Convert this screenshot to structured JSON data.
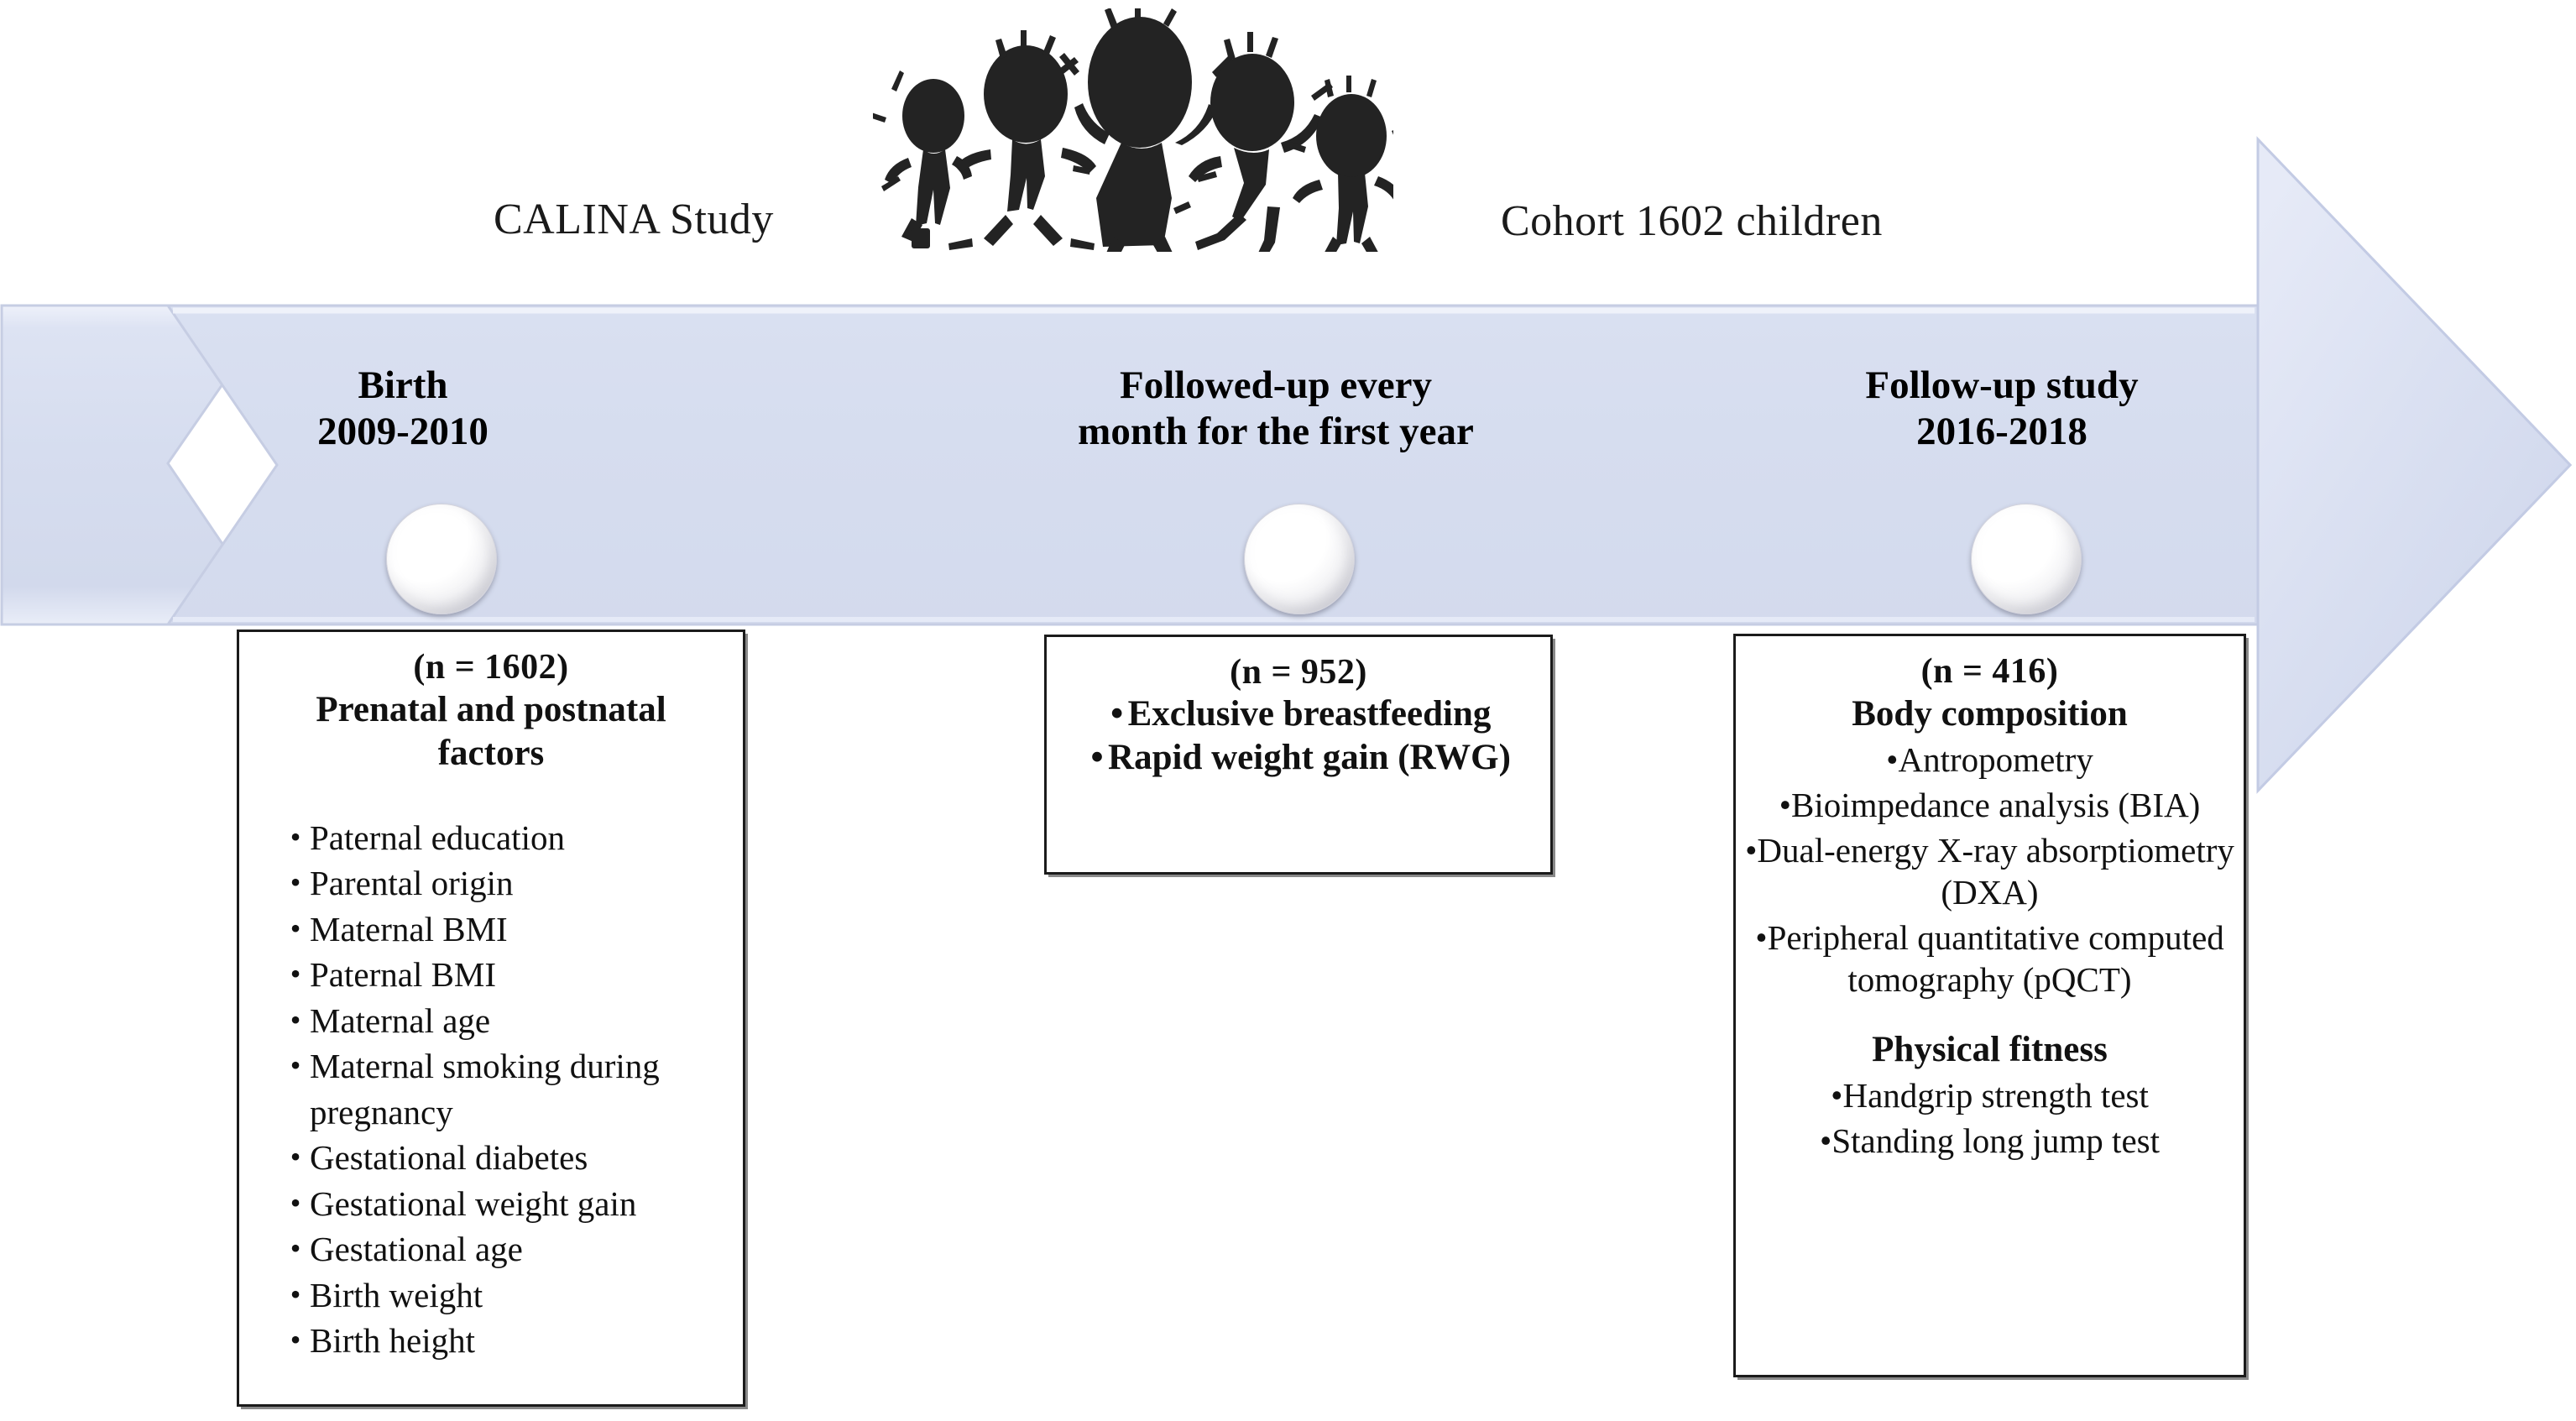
{
  "header": {
    "study_name": "CALINA Study",
    "cohort_label": "Cohort 1602 children",
    "kids_icon": "jumping-children-silhouette-icon"
  },
  "colors": {
    "arrow_fill": "#d5dcef",
    "arrow_fill_light": "#e8ecf8",
    "arrow_edge": "#c3cbe4",
    "box_border": "#1b1b1b",
    "text": "#111111"
  },
  "timeline": {
    "milestones": [
      {
        "title": "Birth",
        "period": "2009-2010"
      },
      {
        "title": "Followed-up every",
        "period": "month for the first year"
      },
      {
        "title": "Follow-up study",
        "period": "2016-2018"
      }
    ]
  },
  "boxes": [
    {
      "n_label": "(n = 1602)",
      "heading_line1": "Prenatal and postnatal",
      "heading_line2": "factors",
      "items": [
        "Paternal education",
        "Parental origin",
        "Maternal BMI",
        "Paternal BMI",
        "Maternal age",
        "Maternal smoking during pregnancy",
        "Gestational diabetes",
        "Gestational weight gain",
        "Gestational age",
        "Birth weight",
        "Birth height"
      ]
    },
    {
      "n_label": "(n = 952)",
      "items": [
        "Exclusive breastfeeding",
        "Rapid weight gain (RWG)"
      ]
    },
    {
      "n_label": "(n = 416)",
      "heading": "Body composition",
      "items": [
        "Antropometry",
        "Bioimpedance analysis (BIA)",
        "Dual-energy X-ray absorptiometry (DXA)",
        "Peripheral quantitative computed tomography (pQCT)"
      ],
      "subheading": "Physical fitness",
      "fitness_items": [
        "Handgrip strength test",
        "Standing long jump test"
      ]
    }
  ],
  "bullet_glyph": "•"
}
